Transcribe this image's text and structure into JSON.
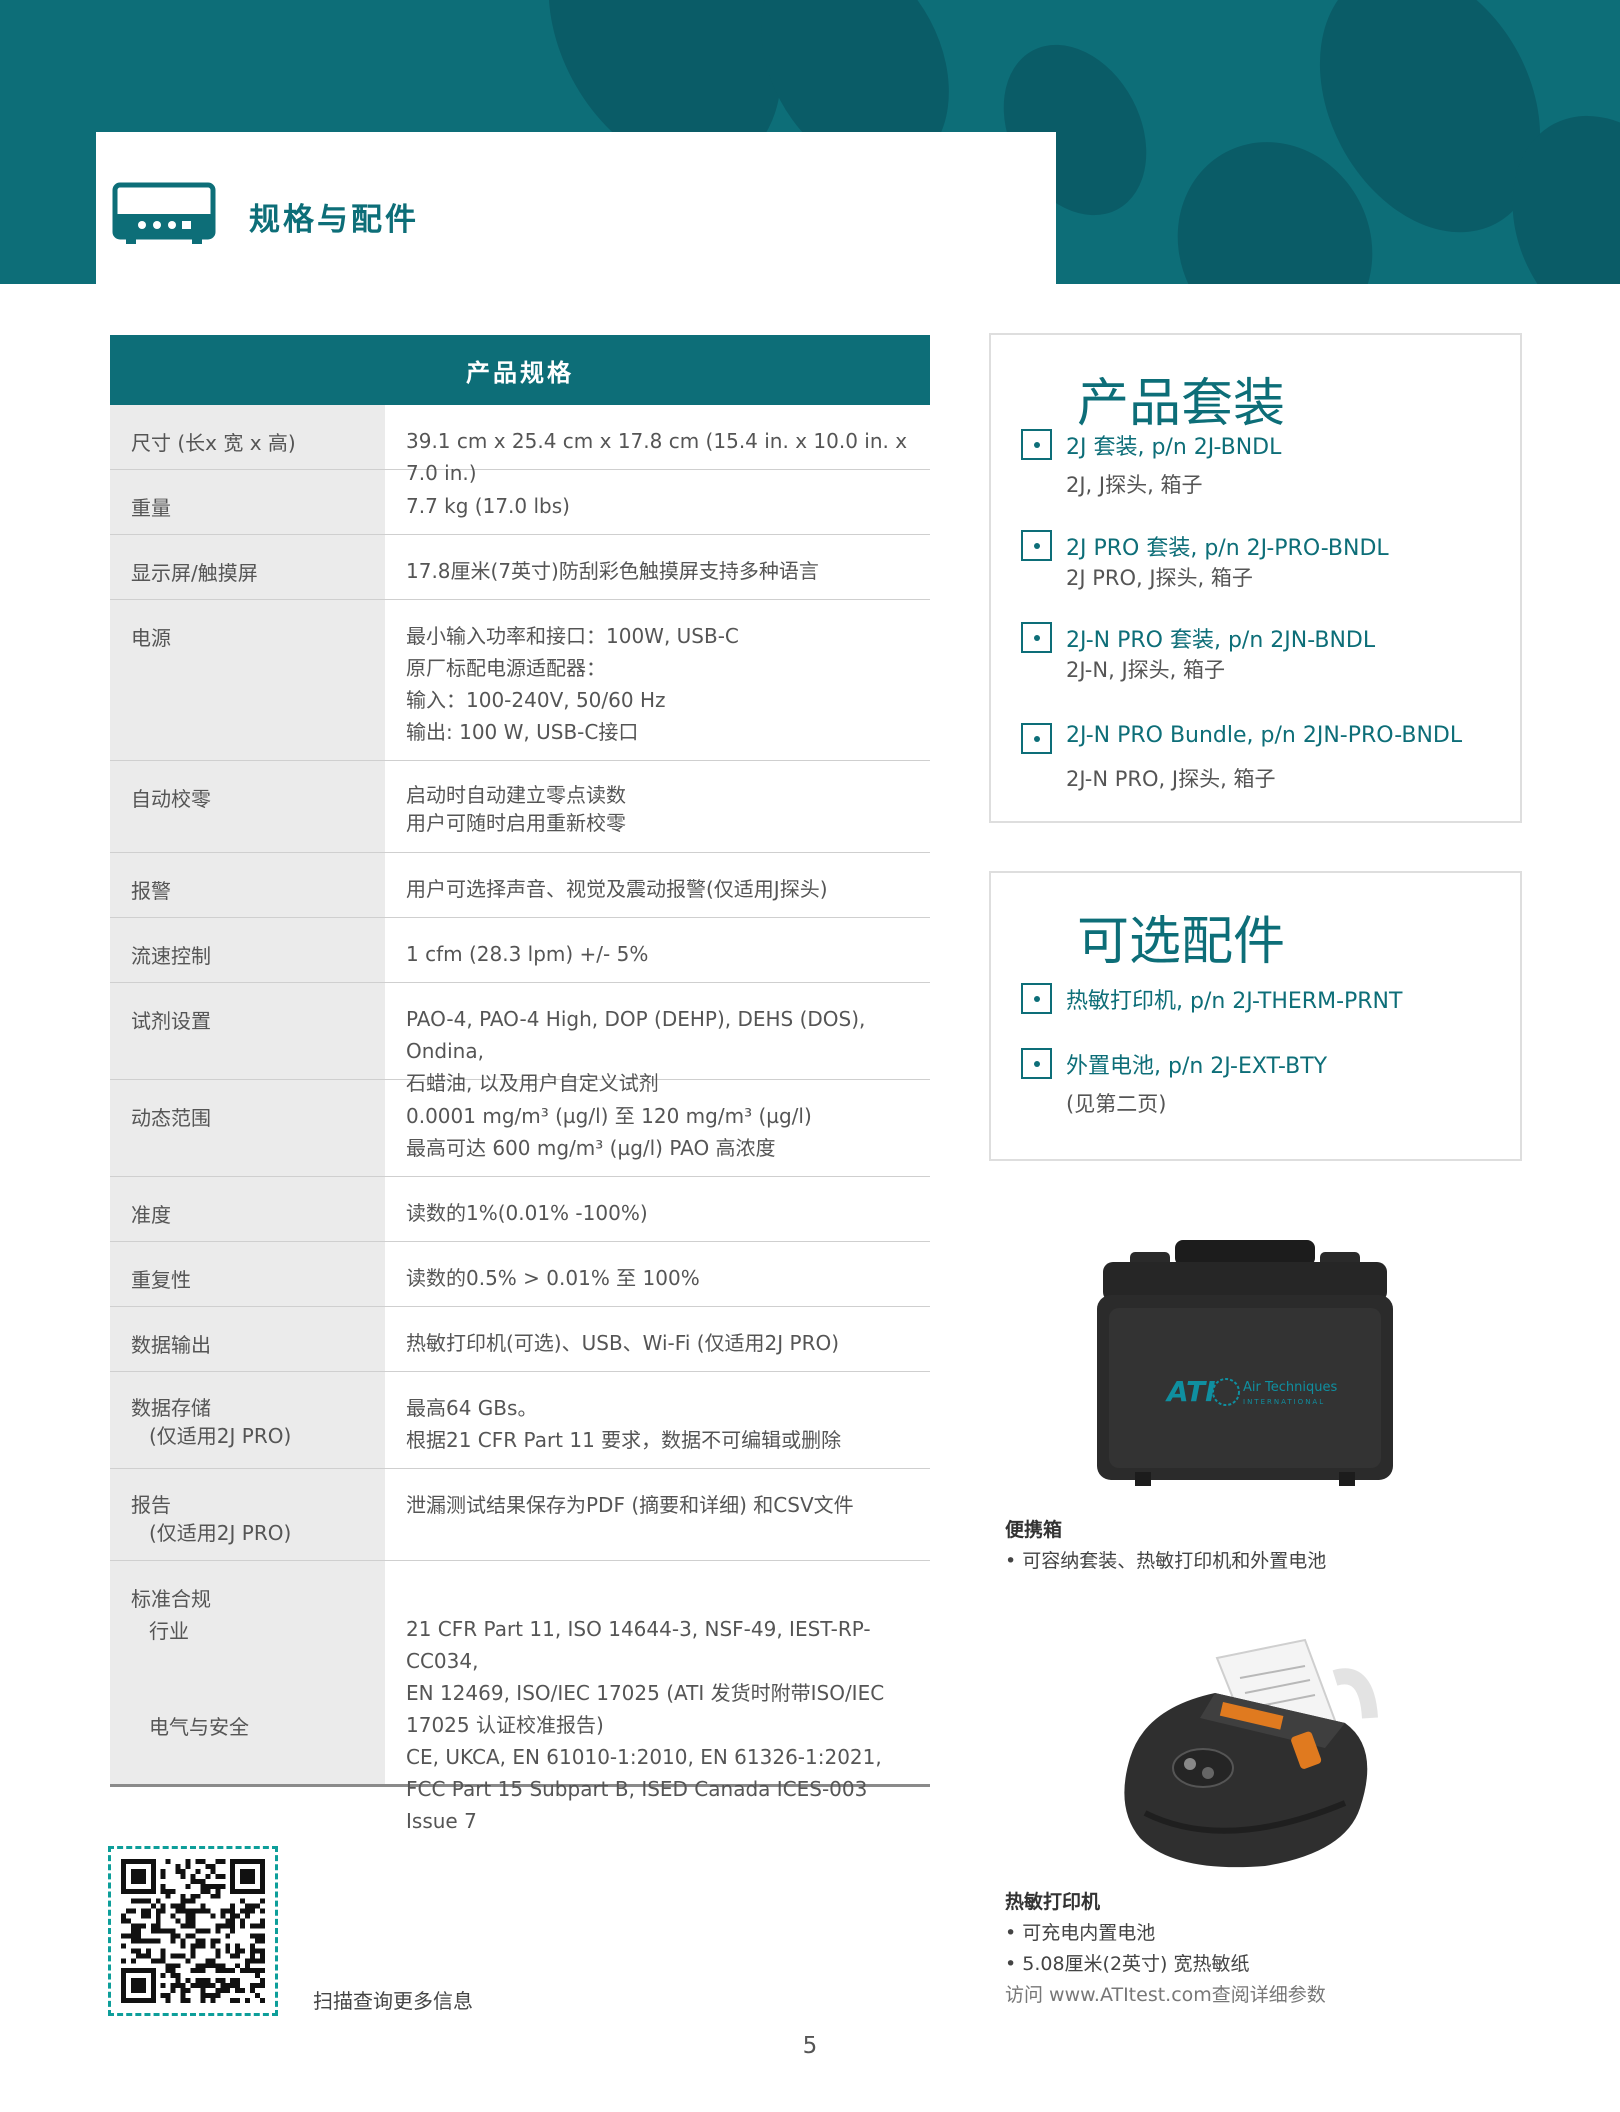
{
  "header": {
    "title": "规格与配件",
    "icon": "instrument-device-icon"
  },
  "spec_table": {
    "title": "产品规格",
    "rows": [
      {
        "key": "尺寸 (长x 宽 x 高)",
        "value": [
          "39.1 cm x 25.4 cm x 17.8 cm (15.4 in. x 10.0 in. x 7.0 in.)"
        ]
      },
      {
        "key": "重量",
        "value": [
          "7.7 kg (17.0 lbs)"
        ]
      },
      {
        "key": "显示屏/触摸屏",
        "value": [
          "17.8厘米(7英寸)防刮彩色触摸屏支持多种语言"
        ]
      },
      {
        "key": "电源",
        "value": [
          "最小输入功率和接口：100W, USB-C",
          "原厂标配电源适配器：",
          "输入：100-240V, 50/60 Hz",
          "输出: 100 W, USB-C接口"
        ]
      },
      {
        "key": "自动校零",
        "value": [
          "启动时自动建立零点读数",
          "用户可随时启用重新校零"
        ]
      },
      {
        "key": "报警",
        "value": [
          "用户可选择声音、视觉及震动报警(仅适用J探头)"
        ]
      },
      {
        "key": "流速控制",
        "value": [
          "1 cfm (28.3 lpm) +/- 5%"
        ]
      },
      {
        "key": "试剂设置",
        "value": [
          "PAO-4, PAO-4 High, DOP (DEHP), DEHS (DOS), Ondina,",
          "石蜡油, 以及用户自定义试剂"
        ]
      },
      {
        "key": "动态范围",
        "value": [
          "0.0001 mg/m³ (µg/l) 至 120 mg/m³ (µg/l)",
          "最高可达 600 mg/m³ (µg/l) PAO 高浓度"
        ]
      },
      {
        "key": "准度",
        "value": [
          "读数的1%(0.01% -100%)"
        ]
      },
      {
        "key": "重复性",
        "value": [
          "读数的0.5% > 0.01% 至 100%"
        ]
      },
      {
        "key": "数据输出",
        "value": [
          "热敏打印机(可选)、USB、Wi-Fi (仅适用2J PRO)"
        ]
      },
      {
        "key": "数据存储",
        "key2": "(仅适用2J PRO)",
        "value": [
          "最高64 GBs。",
          "根据21 CFR Part 11 要求，数据不可编辑或删除"
        ]
      },
      {
        "key": "报告",
        "key2": "(仅适用2J PRO)",
        "value": [
          "泄漏测试结果保存为PDF (摘要和详细) 和CSV文件"
        ]
      }
    ],
    "compliance": {
      "key": "标准合规",
      "industry_key": "行业",
      "industry_value": [
        "21 CFR Part 11, ISO 14644-3, NSF-49, IEST-RP-CC034,",
        "EN 12469, ISO/IEC 17025 (ATI 发货时附带ISO/IEC",
        "17025 认证校准报告)"
      ],
      "safety_key": "电气与安全",
      "safety_value": [
        "CE, UKCA, EN 61010-1:2010, EN 61326-1:2021,",
        "FCC Part 15 Subpart B, ISED Canada ICES-003 Issue 7"
      ]
    }
  },
  "bundles": {
    "title": "产品套装",
    "items": [
      {
        "label": "2J 套装, p/n 2J-BNDL",
        "sub": "2J, J探头, 箱子"
      },
      {
        "label": "2J PRO 套装, p/n 2J-PRO-BNDL",
        "sub": "2J PRO, J探头, 箱子"
      },
      {
        "label": "2J-N PRO 套装, p/n 2JN-BNDL",
        "sub": "2J-N, J探头, 箱子"
      },
      {
        "label": "2J-N PRO Bundle, p/n 2JN-PRO-BNDL",
        "sub": "2J-N PRO, J探头, 箱子"
      }
    ]
  },
  "accessories": {
    "title": "可选配件",
    "items": [
      {
        "label": "热敏打印机, p/n 2J-THERM-PRNT",
        "sub": ""
      },
      {
        "label": "外置电池, p/n 2J-EXT-BTY",
        "sub": "(见第二页)"
      }
    ]
  },
  "case": {
    "logo_text": "ATI",
    "logo_sub1": "Air Techniques",
    "logo_sub2": "INTERNATIONAL",
    "caption_title": "便携箱",
    "caption_lines": [
      "• 可容纳套装、热敏打印机和外置电池"
    ]
  },
  "printer": {
    "caption_title": "热敏打印机",
    "caption_lines": [
      "• 可充电内置电池",
      "• 5.08厘米(2英寸) 宽热敏纸"
    ],
    "caption_note": "访问 www.ATItest.com查阅详细参数"
  },
  "qr": {
    "note": "扫描查询更多信息"
  },
  "page_number": "5",
  "colors": {
    "brand_teal": "#0d6e78",
    "dark_teal": "#0a5c67",
    "table_key_bg": "#ebebeb"
  }
}
